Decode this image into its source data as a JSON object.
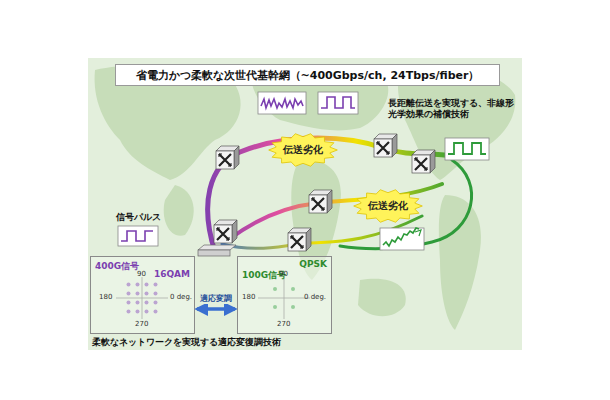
{
  "diagram": {
    "title": "省電力かつ柔軟な次世代基幹網（~400Gbps/ch, 24Tbps/fiber）",
    "nodes": [
      {
        "text": [
          "400G信号",
          "16QAM"
        ]
      },
      {
        "text": [
          "100G信号",
          "QPSK"
        ]
      },
      {
        "text": [
          "伝送劣化"
        ]
      },
      {
        "text": [
          "伝送劣化"
        ]
      }
    ],
    "edges": [
      {
        "from": 0,
        "to": 1,
        "label": "適応変調",
        "arrow": "both"
      }
    ],
    "labels": [
      "長距離伝送を実現する、非線形光学効果の補償技術",
      "信号パルス",
      "90",
      "180",
      "0 deg.",
      "270",
      "90",
      "180",
      "0 deg.",
      "270",
      "柔軟なネットワークを実現する適応変復調技術"
    ]
  }
}
